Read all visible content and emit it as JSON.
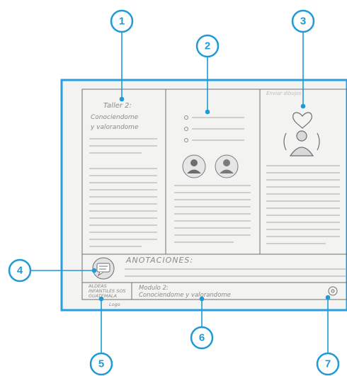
{
  "sketch": {
    "col1_title": "Taller 2:",
    "col1_subtitle_1": "Conociendome",
    "col1_subtitle_2": "y valorandome",
    "col3_header": "Enviar dibujos",
    "notes_label": "ANOTACIONES:",
    "footer_left_1": "ALDEAS",
    "footer_left_2": "INFANTILES SOS",
    "footer_left_3": "GUATEMALA",
    "footer_left_4": "Logo",
    "footer_module_1": "Modulo 2:",
    "footer_module_2": "Conociendome y valorandome"
  },
  "callouts": [
    "1",
    "2",
    "3",
    "4",
    "5",
    "6",
    "7"
  ],
  "colors": {
    "callout": "#1f9ad6",
    "frame": "#2a9ee0",
    "pencil": "#8a8a8a"
  }
}
